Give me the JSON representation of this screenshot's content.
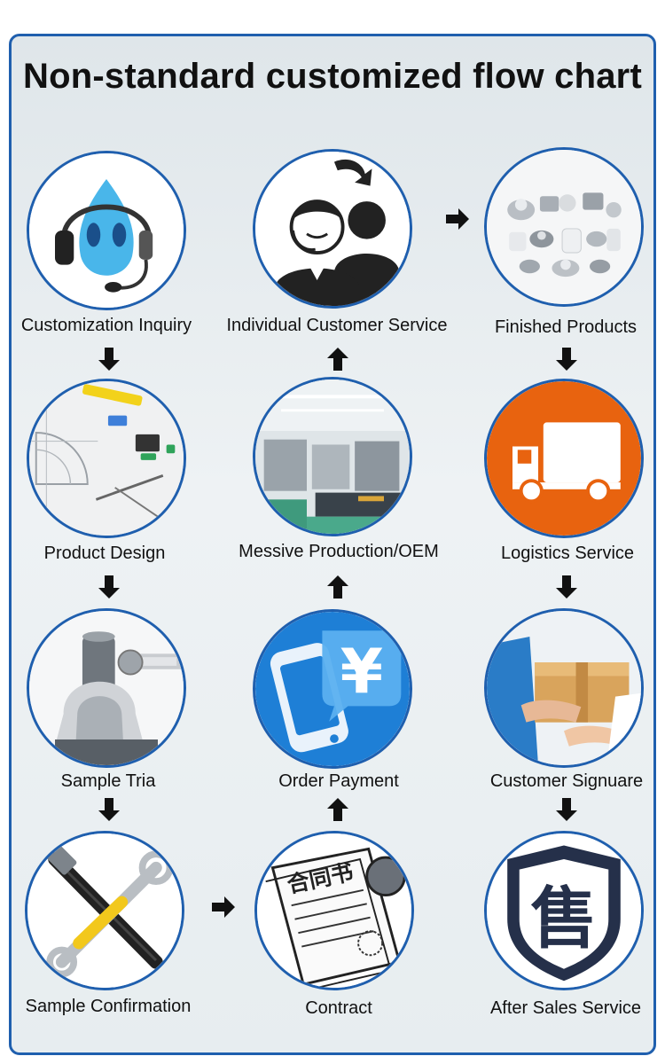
{
  "title": "Non-standard customized flow chart",
  "steps": {
    "inquiry": "Customization Inquiry",
    "individual_service": "Individual Customer Service",
    "finished_products": "Finished Products",
    "product_design": "Product Design",
    "mass_production": "Messive Production/OEM",
    "logistics": "Logistics Service",
    "sample_trial": "Sample Tria",
    "order_payment": "Order Payment",
    "customer_signature": "Customer Signuare",
    "sample_confirmation": "Sample Confirmation",
    "contract": "Contract",
    "after_sales": "After Sales Service"
  },
  "icon_text": {
    "contract_seal": "合同书",
    "after_sales_glyph": "售",
    "payment_symbol": "¥"
  },
  "colors": {
    "border": "#1f5fae",
    "logistics_orange": "#e8630f",
    "payment_blue": "#1e7fd6",
    "after_sales_navy": "#25304a"
  }
}
